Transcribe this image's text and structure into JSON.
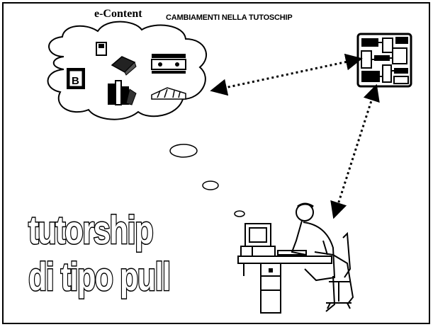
{
  "labels": {
    "econtent": "e-Content",
    "title": "CAMBIAMENTI NELLA TUTOSCHIP"
  },
  "wordart": {
    "line1": "tutorship",
    "line2": "di tipo pull"
  },
  "icons": {
    "cloud_items": [
      "floppy-disk-icon",
      "package-icon",
      "cassette-icon",
      "monitor-icon",
      "books-icon",
      "open-book-icon"
    ],
    "server": "circuit-server-icon",
    "user": "person-at-computer-icon"
  },
  "colors": {
    "line": "#000000",
    "background": "#ffffff"
  }
}
